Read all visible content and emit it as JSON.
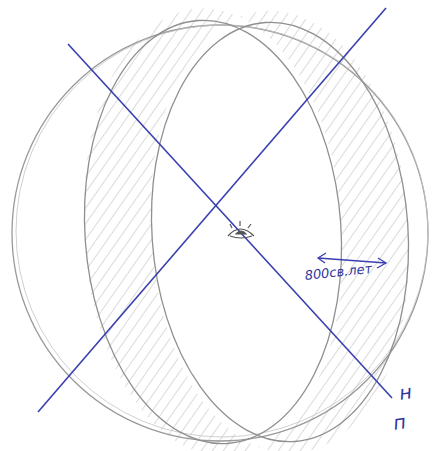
{
  "diagram": {
    "labels": [
      "800св.лет",
      "н",
      "п"
    ]
  }
}
